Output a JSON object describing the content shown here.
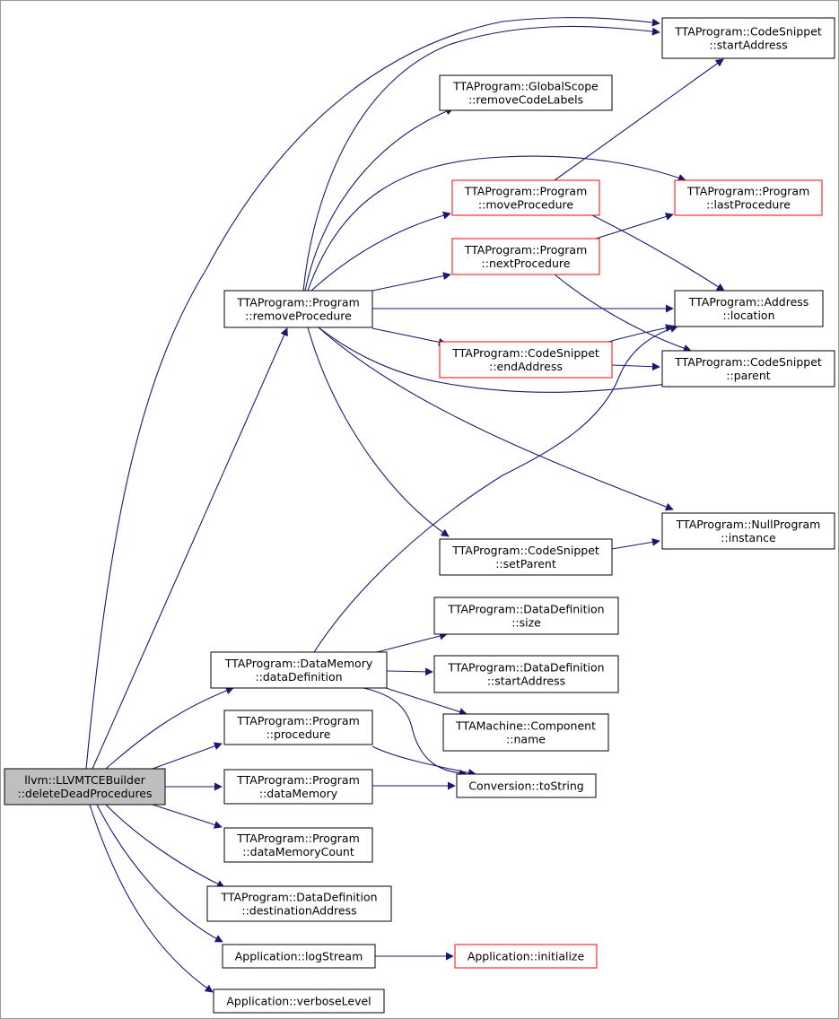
{
  "colors": {
    "edge": "#191970",
    "root_fill": "#bfbfbf",
    "node_fill": "#ffffff",
    "node_border": "#000000",
    "truncated_border": "#ff0000"
  },
  "nodes": [
    {
      "id": "root",
      "lines": [
        "llvm::LLVMTCEBuilder",
        "::deleteDeadProcedures"
      ],
      "style": "root"
    },
    {
      "id": "removeProcedure",
      "lines": [
        "TTAProgram::Program",
        "::removeProcedure"
      ],
      "style": "normal"
    },
    {
      "id": "dataDefinition",
      "lines": [
        "TTAProgram::DataMemory",
        "::dataDefinition"
      ],
      "style": "normal"
    },
    {
      "id": "procedure",
      "lines": [
        "TTAProgram::Program",
        "::procedure"
      ],
      "style": "normal"
    },
    {
      "id": "dataMemory",
      "lines": [
        "TTAProgram::Program",
        "::dataMemory"
      ],
      "style": "normal"
    },
    {
      "id": "dataMemoryCount",
      "lines": [
        "TTAProgram::Program",
        "::dataMemoryCount"
      ],
      "style": "normal"
    },
    {
      "id": "destinationAddress",
      "lines": [
        "TTAProgram::DataDefinition",
        "::destinationAddress"
      ],
      "style": "normal"
    },
    {
      "id": "logStream",
      "lines": [
        "Application::logStream"
      ],
      "style": "normal"
    },
    {
      "id": "verboseLevel",
      "lines": [
        "Application::verboseLevel"
      ],
      "style": "normal"
    },
    {
      "id": "startAddress",
      "lines": [
        "TTAProgram::CodeSnippet",
        "::startAddress"
      ],
      "style": "normal"
    },
    {
      "id": "removeCodeLabels",
      "lines": [
        "TTAProgram::GlobalScope",
        "::removeCodeLabels"
      ],
      "style": "normal"
    },
    {
      "id": "moveProcedure",
      "lines": [
        "TTAProgram::Program",
        "::moveProcedure"
      ],
      "style": "truncated"
    },
    {
      "id": "lastProcedure",
      "lines": [
        "TTAProgram::Program",
        "::lastProcedure"
      ],
      "style": "truncated"
    },
    {
      "id": "nextProcedure",
      "lines": [
        "TTAProgram::Program",
        "::nextProcedure"
      ],
      "style": "truncated"
    },
    {
      "id": "location",
      "lines": [
        "TTAProgram::Address",
        "::location"
      ],
      "style": "normal"
    },
    {
      "id": "endAddress",
      "lines": [
        "TTAProgram::CodeSnippet",
        "::endAddress"
      ],
      "style": "truncated"
    },
    {
      "id": "parent",
      "lines": [
        "TTAProgram::CodeSnippet",
        "::parent"
      ],
      "style": "normal"
    },
    {
      "id": "nullInstance",
      "lines": [
        "TTAProgram::NullProgram",
        "::instance"
      ],
      "style": "normal"
    },
    {
      "id": "setParent",
      "lines": [
        "TTAProgram::CodeSnippet",
        "::setParent"
      ],
      "style": "normal"
    },
    {
      "id": "ddSize",
      "lines": [
        "TTAProgram::DataDefinition",
        "::size"
      ],
      "style": "normal"
    },
    {
      "id": "ddStartAddress",
      "lines": [
        "TTAProgram::DataDefinition",
        "::startAddress"
      ],
      "style": "normal"
    },
    {
      "id": "componentName",
      "lines": [
        "TTAMachine::Component",
        "::name"
      ],
      "style": "normal"
    },
    {
      "id": "toString",
      "lines": [
        "Conversion::toString"
      ],
      "style": "normal"
    },
    {
      "id": "initialize",
      "lines": [
        "Application::initialize"
      ],
      "style": "truncated"
    }
  ],
  "edges": [
    [
      "root",
      "startAddress"
    ],
    [
      "root",
      "removeProcedure"
    ],
    [
      "root",
      "dataDefinition"
    ],
    [
      "root",
      "procedure"
    ],
    [
      "root",
      "dataMemory"
    ],
    [
      "root",
      "dataMemoryCount"
    ],
    [
      "root",
      "destinationAddress"
    ],
    [
      "root",
      "logStream"
    ],
    [
      "root",
      "verboseLevel"
    ],
    [
      "removeProcedure",
      "startAddress"
    ],
    [
      "removeProcedure",
      "removeCodeLabels"
    ],
    [
      "removeProcedure",
      "lastProcedure"
    ],
    [
      "removeProcedure",
      "moveProcedure"
    ],
    [
      "removeProcedure",
      "nextProcedure"
    ],
    [
      "removeProcedure",
      "location"
    ],
    [
      "removeProcedure",
      "endAddress"
    ],
    [
      "removeProcedure",
      "parent"
    ],
    [
      "removeProcedure",
      "nullInstance"
    ],
    [
      "removeProcedure",
      "setParent"
    ],
    [
      "moveProcedure",
      "startAddress"
    ],
    [
      "moveProcedure",
      "location"
    ],
    [
      "nextProcedure",
      "lastProcedure"
    ],
    [
      "nextProcedure",
      "parent"
    ],
    [
      "endAddress",
      "location"
    ],
    [
      "endAddress",
      "parent"
    ],
    [
      "setParent",
      "nullInstance"
    ],
    [
      "dataDefinition",
      "ddSize"
    ],
    [
      "dataDefinition",
      "ddStartAddress"
    ],
    [
      "dataDefinition",
      "componentName"
    ],
    [
      "dataDefinition",
      "toString"
    ],
    [
      "dataDefinition",
      "location"
    ],
    [
      "procedure",
      "toString"
    ],
    [
      "dataMemory",
      "toString"
    ],
    [
      "logStream",
      "initialize"
    ]
  ]
}
